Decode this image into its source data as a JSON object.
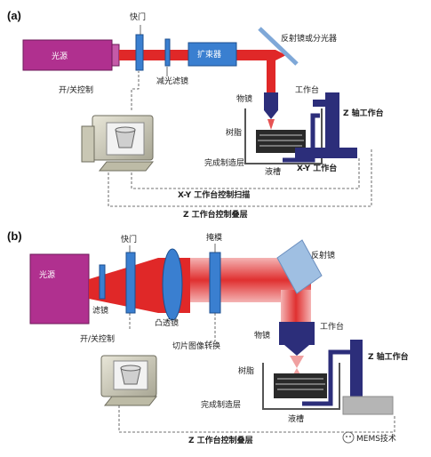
{
  "panel_a": {
    "tag": "(a)",
    "light_source": "光源",
    "shutter": "快门",
    "attenuator": "减光滤镜",
    "on_off_control": "开/关控制",
    "beam_expander": "扩束器",
    "mirror_or_splitter": "反射镜或分光器",
    "objective": "物镜",
    "resin": "树脂",
    "finished_layer": "完成制造层",
    "tank": "液槽",
    "worktable": "工作台",
    "z_stage": "Z 轴工作台",
    "xy_stage": "X-Y 工作台",
    "xy_scan_control": "X-Y 工作台控制扫描",
    "z_layer_control": "Z 工作台控制叠层"
  },
  "panel_b": {
    "tag": "(b)",
    "light_source": "光源",
    "shutter": "快门",
    "mask": "掩模",
    "filter": "滤镜",
    "on_off_control": "开/关控制",
    "convex_lens": "凸透镜",
    "slice_image": "切片图像转换",
    "mirror": "反射镜",
    "objective": "物镜",
    "worktable": "工作台",
    "resin": "树脂",
    "z_stage": "Z 轴工作台",
    "finished_layer": "完成制造层",
    "tank": "液槽",
    "z_layer_control": "Z 工作台控制叠层"
  },
  "watermark": "MEMS技术",
  "colors": {
    "light_source": "#b0308f",
    "optics_blue": "#3a7fd0",
    "beam_red": "#e02828",
    "stage_navy": "#2c2e7a",
    "resin_dark": "#2a2a2a"
  }
}
